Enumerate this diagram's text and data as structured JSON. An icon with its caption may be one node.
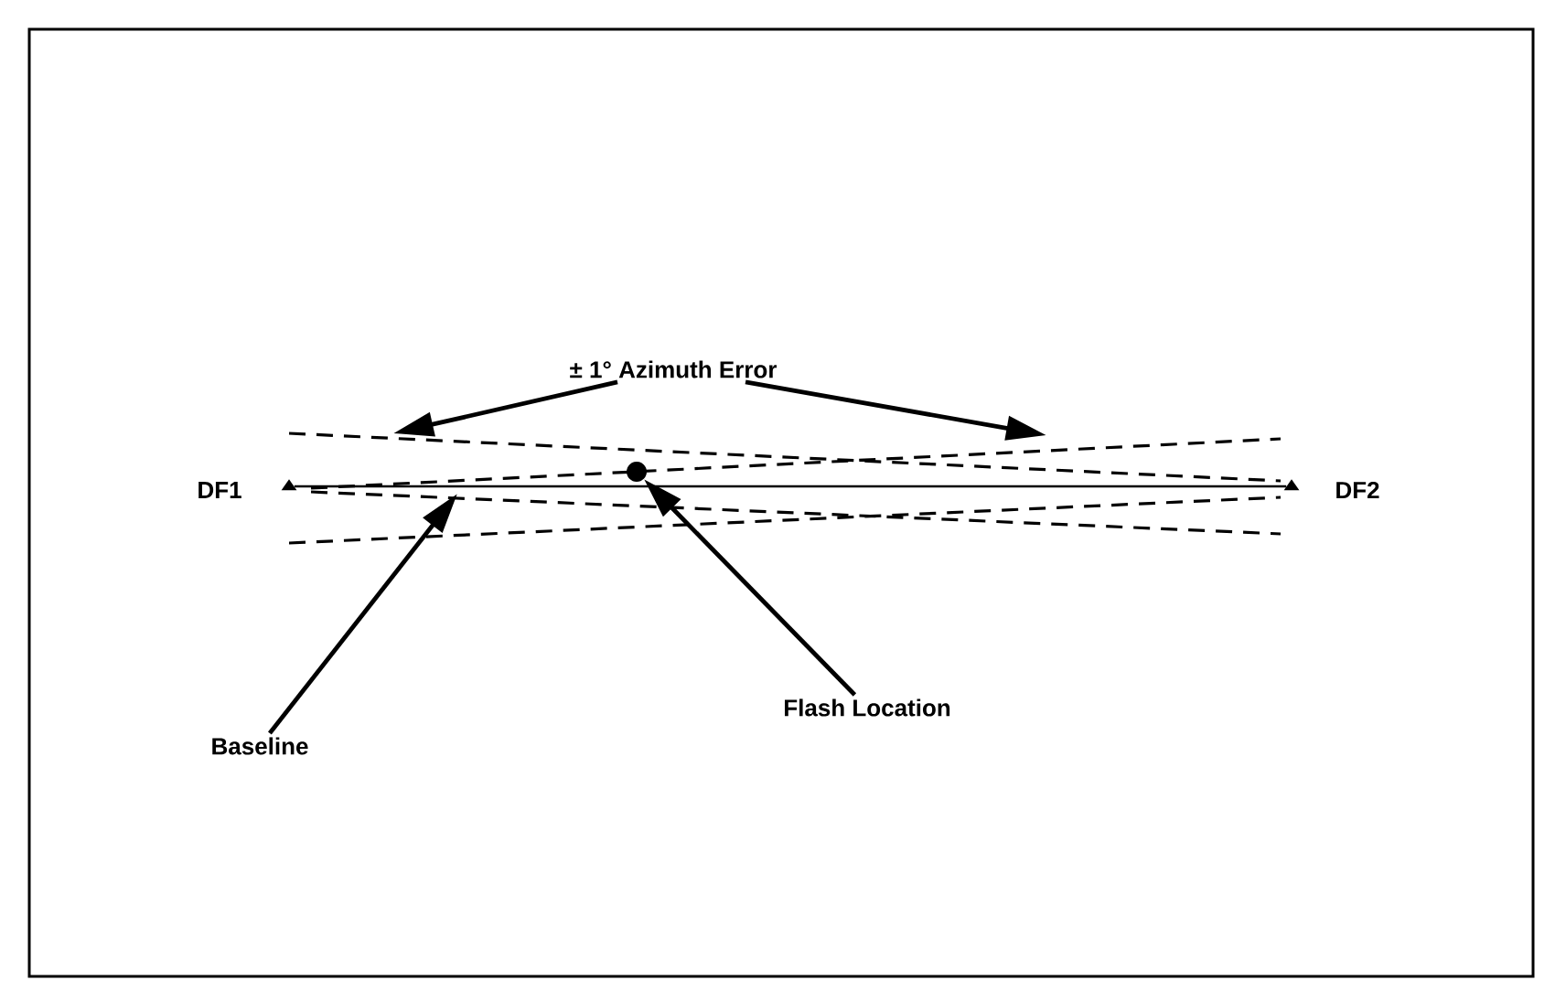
{
  "diagram": {
    "nodes": [
      {
        "text": [
          "± 1° Azimuth Error"
        ]
      },
      {
        "text": [
          "DF1"
        ]
      },
      {
        "text": [
          "DF2"
        ]
      },
      {
        "text": [
          "Baseline"
        ]
      },
      {
        "text": [
          "Flash Location"
        ]
      },
      {
        "text": [],
        "shape": "circle"
      },
      {
        "text": [],
        "shape": "triangle"
      },
      {
        "text": [],
        "shape": "triangle"
      }
    ],
    "edges": [
      {
        "from": 0,
        "to": null,
        "arrow": "to"
      },
      {
        "from": 0,
        "to": null,
        "arrow": "to"
      },
      {
        "from": 3,
        "to": null,
        "arrow": "to"
      },
      {
        "from": 4,
        "to": 5,
        "arrow": "to"
      },
      {
        "from": 6,
        "to": 7,
        "arrow": "none"
      }
    ]
  }
}
